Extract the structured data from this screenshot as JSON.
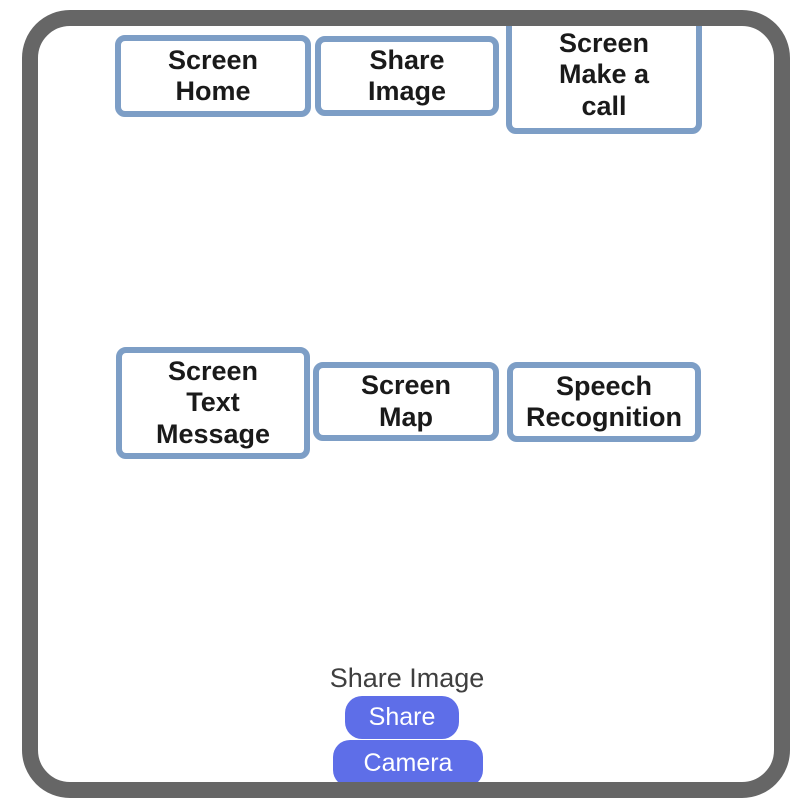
{
  "colors": {
    "frame": "#666666",
    "screen_button_border": "#7D9EC6",
    "screen_button_text": "#1A1A1A",
    "action_button_fill": "#5E6EE8",
    "action_button_text": "#FFFFFF",
    "section_title_text": "#3F3F3F"
  },
  "screen_buttons": {
    "home": {
      "label": "Screen Home",
      "lines": [
        "Screen",
        "Home"
      ]
    },
    "share_image": {
      "label": "Share Image",
      "lines": [
        "Share",
        "Image"
      ]
    },
    "make_call": {
      "label": "Screen Make a call",
      "lines": [
        "Screen",
        "Make a",
        "call"
      ]
    },
    "text_message": {
      "label": "Screen Text Message",
      "lines": [
        "Screen",
        "Text",
        "Message"
      ]
    },
    "map": {
      "label": "Screen Map",
      "lines": [
        "Screen",
        "Map"
      ]
    },
    "speech": {
      "label": "Speech Recognition",
      "lines": [
        "Speech",
        "Recognition"
      ]
    }
  },
  "share_section": {
    "title": "Share Image",
    "share_button": "Share",
    "camera_button": "Camera"
  }
}
